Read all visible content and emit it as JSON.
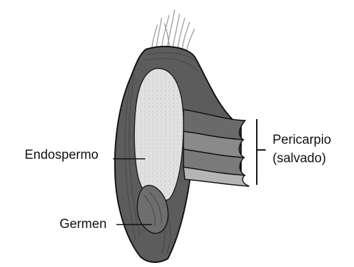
{
  "labels": {
    "endosperm": "Endospermo",
    "germ": "Germen",
    "pericarp_line1": "Pericarpio",
    "pericarp_line2": "(salvado)"
  },
  "colors": {
    "background": "#ffffff",
    "outline": "#111111",
    "hull_dark": "#5c5c5c",
    "hull_mid": "#7a7a7a",
    "layer_light": "#b5b5b5",
    "endosperm_fill": "#dcdcdc",
    "germ_fill": "#6e6e6e",
    "hair": "#9a9a9a"
  }
}
